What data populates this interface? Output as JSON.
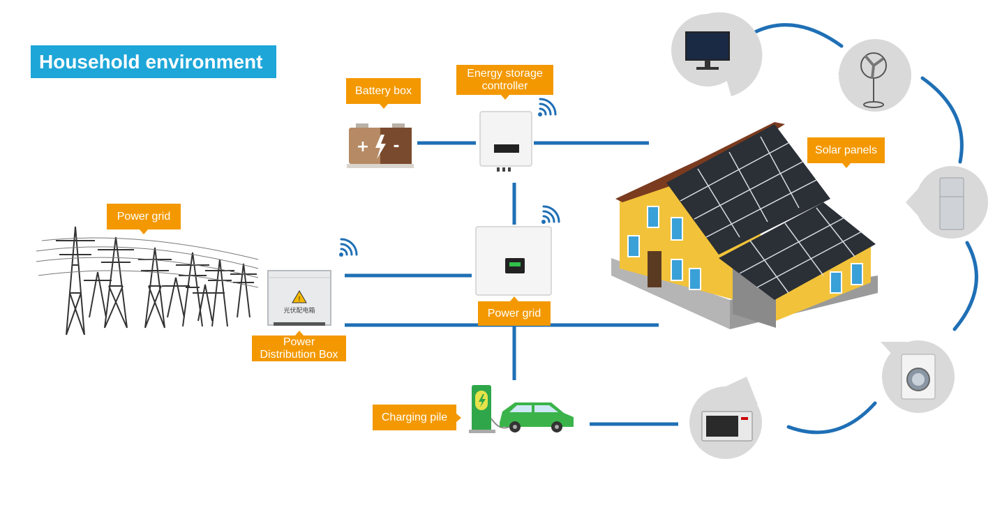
{
  "title": "Household environment",
  "labels": {
    "battery_box": "Battery box",
    "energy_storage_controller": [
      "Energy storage",
      "controller"
    ],
    "solar_panels": "Solar panels",
    "power_grid_left": "Power grid",
    "power_grid_center": "Power grid",
    "power_distribution_box": [
      "Power",
      "Distribution Box"
    ],
    "charging_pile": "Charging pile",
    "distribution_box_chinese": "光伏配电箱"
  },
  "colors": {
    "title_bg": "#1ea6d8",
    "tag_bg": "#f39800",
    "line": "#1f6fb5",
    "wifi": "#1f6fb5",
    "house_wall": "#f2c33a",
    "roof": "#7a3b1f",
    "panel": "#2b2f36",
    "battery": "#8a5a3a",
    "car": "#3bb34a",
    "charger": "#2fa64a",
    "bubble": "#d9d9d9"
  },
  "appliances": [
    "monitor-icon",
    "fan-icon",
    "refrigerator-icon",
    "washing-machine-icon",
    "microwave-icon"
  ]
}
